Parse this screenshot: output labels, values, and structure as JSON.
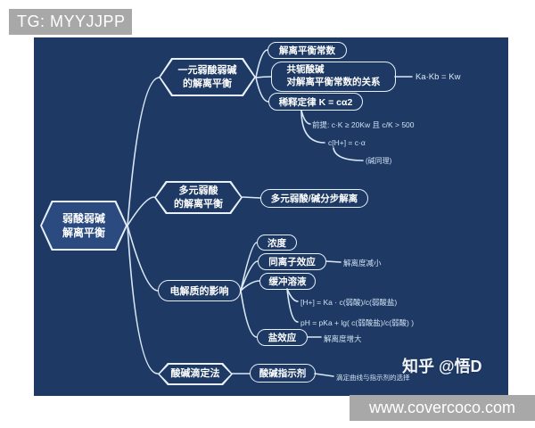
{
  "banner": {
    "tg": "TG: MYYJJPP"
  },
  "footer": {
    "site": "www.covercoco.com"
  },
  "watermark": {
    "zhihu": "知乎 @悟D"
  },
  "colors": {
    "panel_bg": "#1e3a64",
    "node_outline": "#e8f0fb",
    "root_fill": "#2b4b80",
    "line": "#dbe8f7",
    "banner_gray": "#a8a8a8",
    "note_text": "#cfe0f2"
  },
  "map": {
    "root": {
      "l1": "弱酸弱碱",
      "l2": "解离平衡"
    },
    "b1": {
      "l1": "一元弱酸弱碱",
      "l2": "的解离平衡",
      "c1": "解离平衡常数",
      "c2l1": "共轭酸碱",
      "c2l2": "对解离平衡常数的关系",
      "c2note": "Ka·Kb = Kw",
      "c3": "稀释定律 K = cα2",
      "c3note1": "前提: c·K ≥ 20Kw 且 c/K > 500",
      "c3note2": "c[H+] = c·α",
      "c3note3": "(碱同理)"
    },
    "b2": {
      "l1": "多元弱酸",
      "l2": "的解离平衡",
      "c1": "多元弱酸/碱分步解离"
    },
    "b3": {
      "label": "电解质的影响",
      "c1": "浓度",
      "c2": "同离子效应",
      "c2note": "解离度减小",
      "c3": "缓冲溶液",
      "c3note1": "[H+] = Ka · c(弱酸)/c(弱酸盐)",
      "c3note2": "pH = pKa + lg( c(弱酸盐)/c(弱酸) )",
      "c4": "盐效应",
      "c4note": "解离度增大"
    },
    "b4": {
      "label": "酸碱滴定法",
      "c1": "酸碱指示剂",
      "c1note": "滴定曲线与指示剂的选择"
    }
  }
}
